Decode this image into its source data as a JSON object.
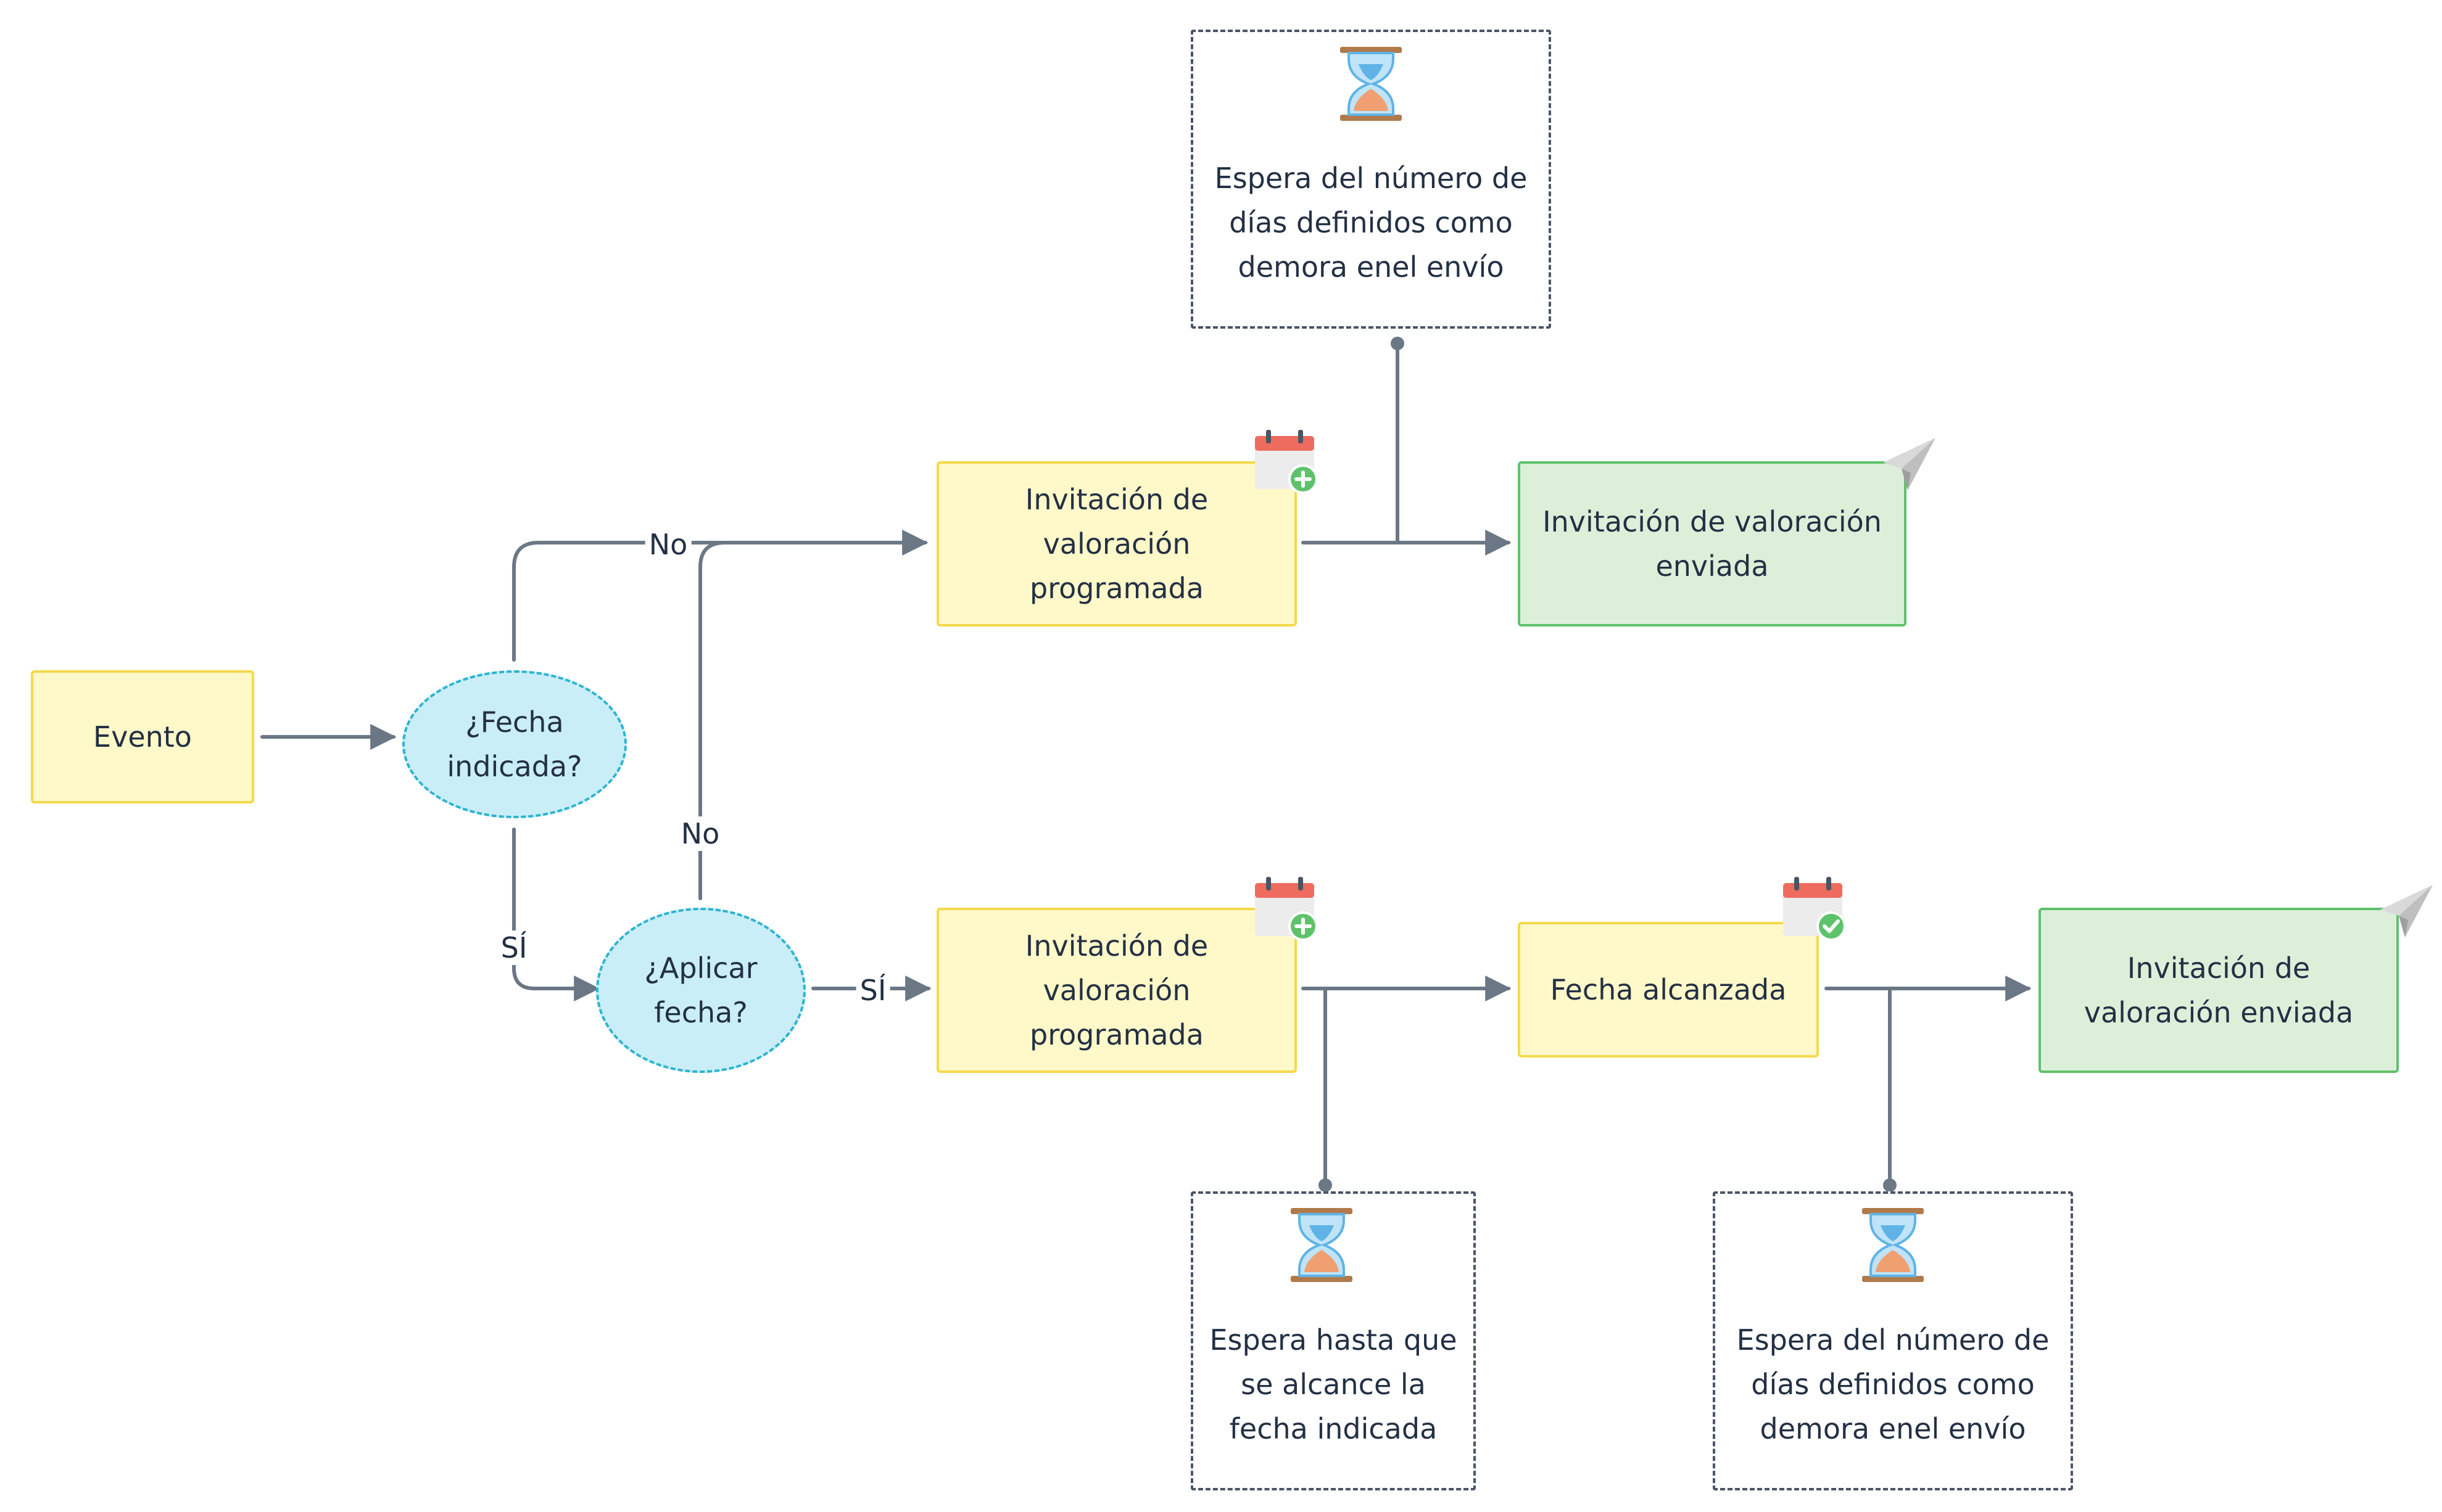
{
  "nodes": {
    "evento": "Evento",
    "fecha_indicada": "¿Fecha\nindicada?",
    "aplicar_fecha": "¿Aplicar\nfecha?",
    "programada_top": "Invitación de\nvaloración\nprogramada",
    "programada_bottom": "Invitación de\nvaloración\nprogramada",
    "enviada_top": "Invitación de valoración\nenviada",
    "enviada_bottom": "Invitación de\nvaloración enviada",
    "fecha_alcanzada": "Fecha alcanzada",
    "espera_top": "Espera del número de\ndías definidos como\ndemora enel envío",
    "espera_fecha": "Espera hasta que\nse alcance la\nfecha indicada",
    "espera_bottom": "Espera del número de\ndías definidos como\ndemora enel envío"
  },
  "edge_labels": {
    "no_top": "No",
    "no_mid": "No",
    "si_left": "SÍ",
    "si_right": "SÍ"
  },
  "colors": {
    "connector": "#6b7785",
    "calendar_red": "#ee6c5f",
    "plus_green": "#5ec26a",
    "hourglass_glass": "#5fb3e6",
    "hourglass_sand": "#f0a070",
    "hourglass_frame": "#b07a4a"
  },
  "icons": {
    "scheduled": "calendar-plus-icon",
    "reached": "calendar-check-icon",
    "sent": "paper-plane-icon",
    "wait": "hourglass-icon"
  }
}
